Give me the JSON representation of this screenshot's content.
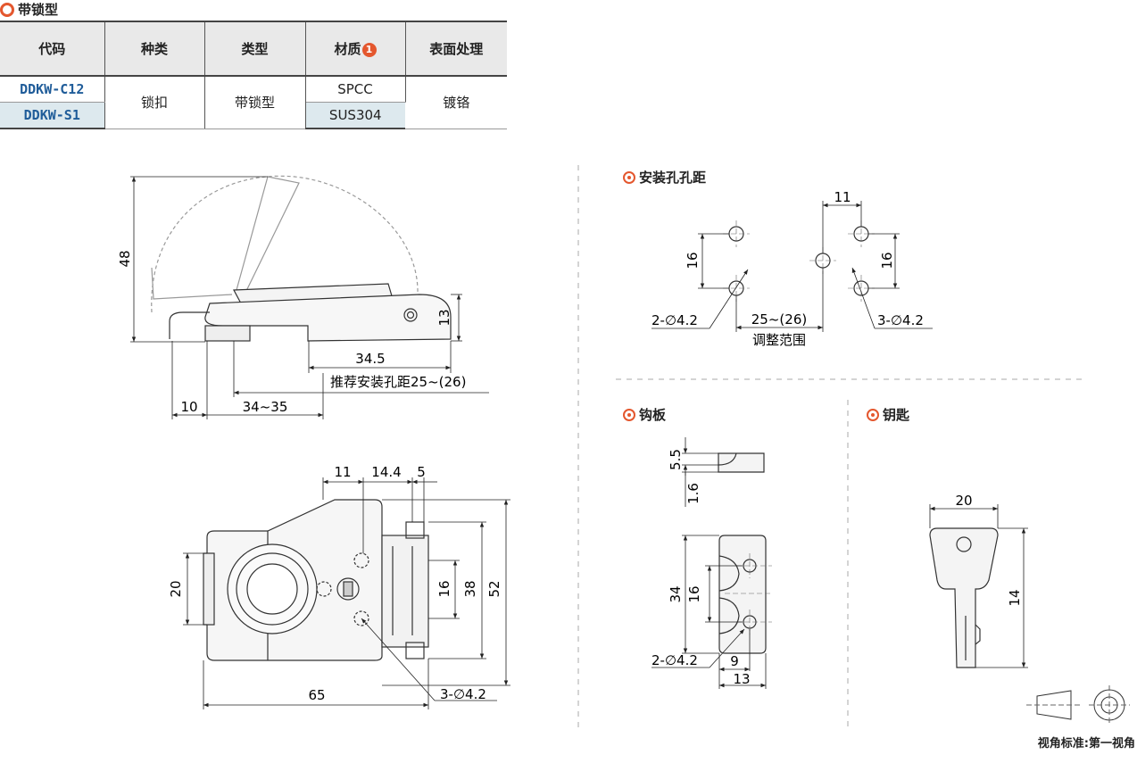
{
  "title": "带锁型",
  "table": {
    "headers": [
      "代码",
      "种类",
      "类型",
      "材质",
      "表面处理"
    ],
    "material_note_badge": "1",
    "rows": [
      {
        "code": "DDKW-C12",
        "material": "SPCC"
      },
      {
        "code": "DDKW-S1",
        "material": "SUS304"
      }
    ],
    "kind": "锁扣",
    "type": "带锁型",
    "finish": "镀铬"
  },
  "sections": {
    "hole_pitch": "安装孔孔距",
    "hook_plate": "钩板",
    "key": "钥匙"
  },
  "dims_side": {
    "h48": "48",
    "h13": "13",
    "w34_5": "34.5",
    "recommended": "推荐安装孔距25~(26)",
    "w10": "10",
    "w34_35": "34~35"
  },
  "dims_front": {
    "w11": "11",
    "w14_4": "14.4",
    "w5": "5",
    "h20": "20",
    "h16": "16",
    "h38": "38",
    "h52": "52",
    "w65": "65",
    "holes": "3-∅4.2"
  },
  "dims_holes": {
    "w11": "11",
    "h16_left": "16",
    "h16_right": "16",
    "holes_left": "2-∅4.2",
    "range": "25~(26)",
    "range_label": "调整范围",
    "holes_right": "3-∅4.2"
  },
  "dims_hook": {
    "h5_5": "5.5",
    "h1_6": "1.6",
    "h34": "34",
    "h16": "16",
    "holes": "2-∅4.2",
    "w9": "9",
    "w13": "13"
  },
  "dims_key": {
    "w20": "20",
    "h14": "14"
  },
  "view_standard": "视角标准:第一视角",
  "accent_color": "#e4572e",
  "code_color": "#1f5c99"
}
